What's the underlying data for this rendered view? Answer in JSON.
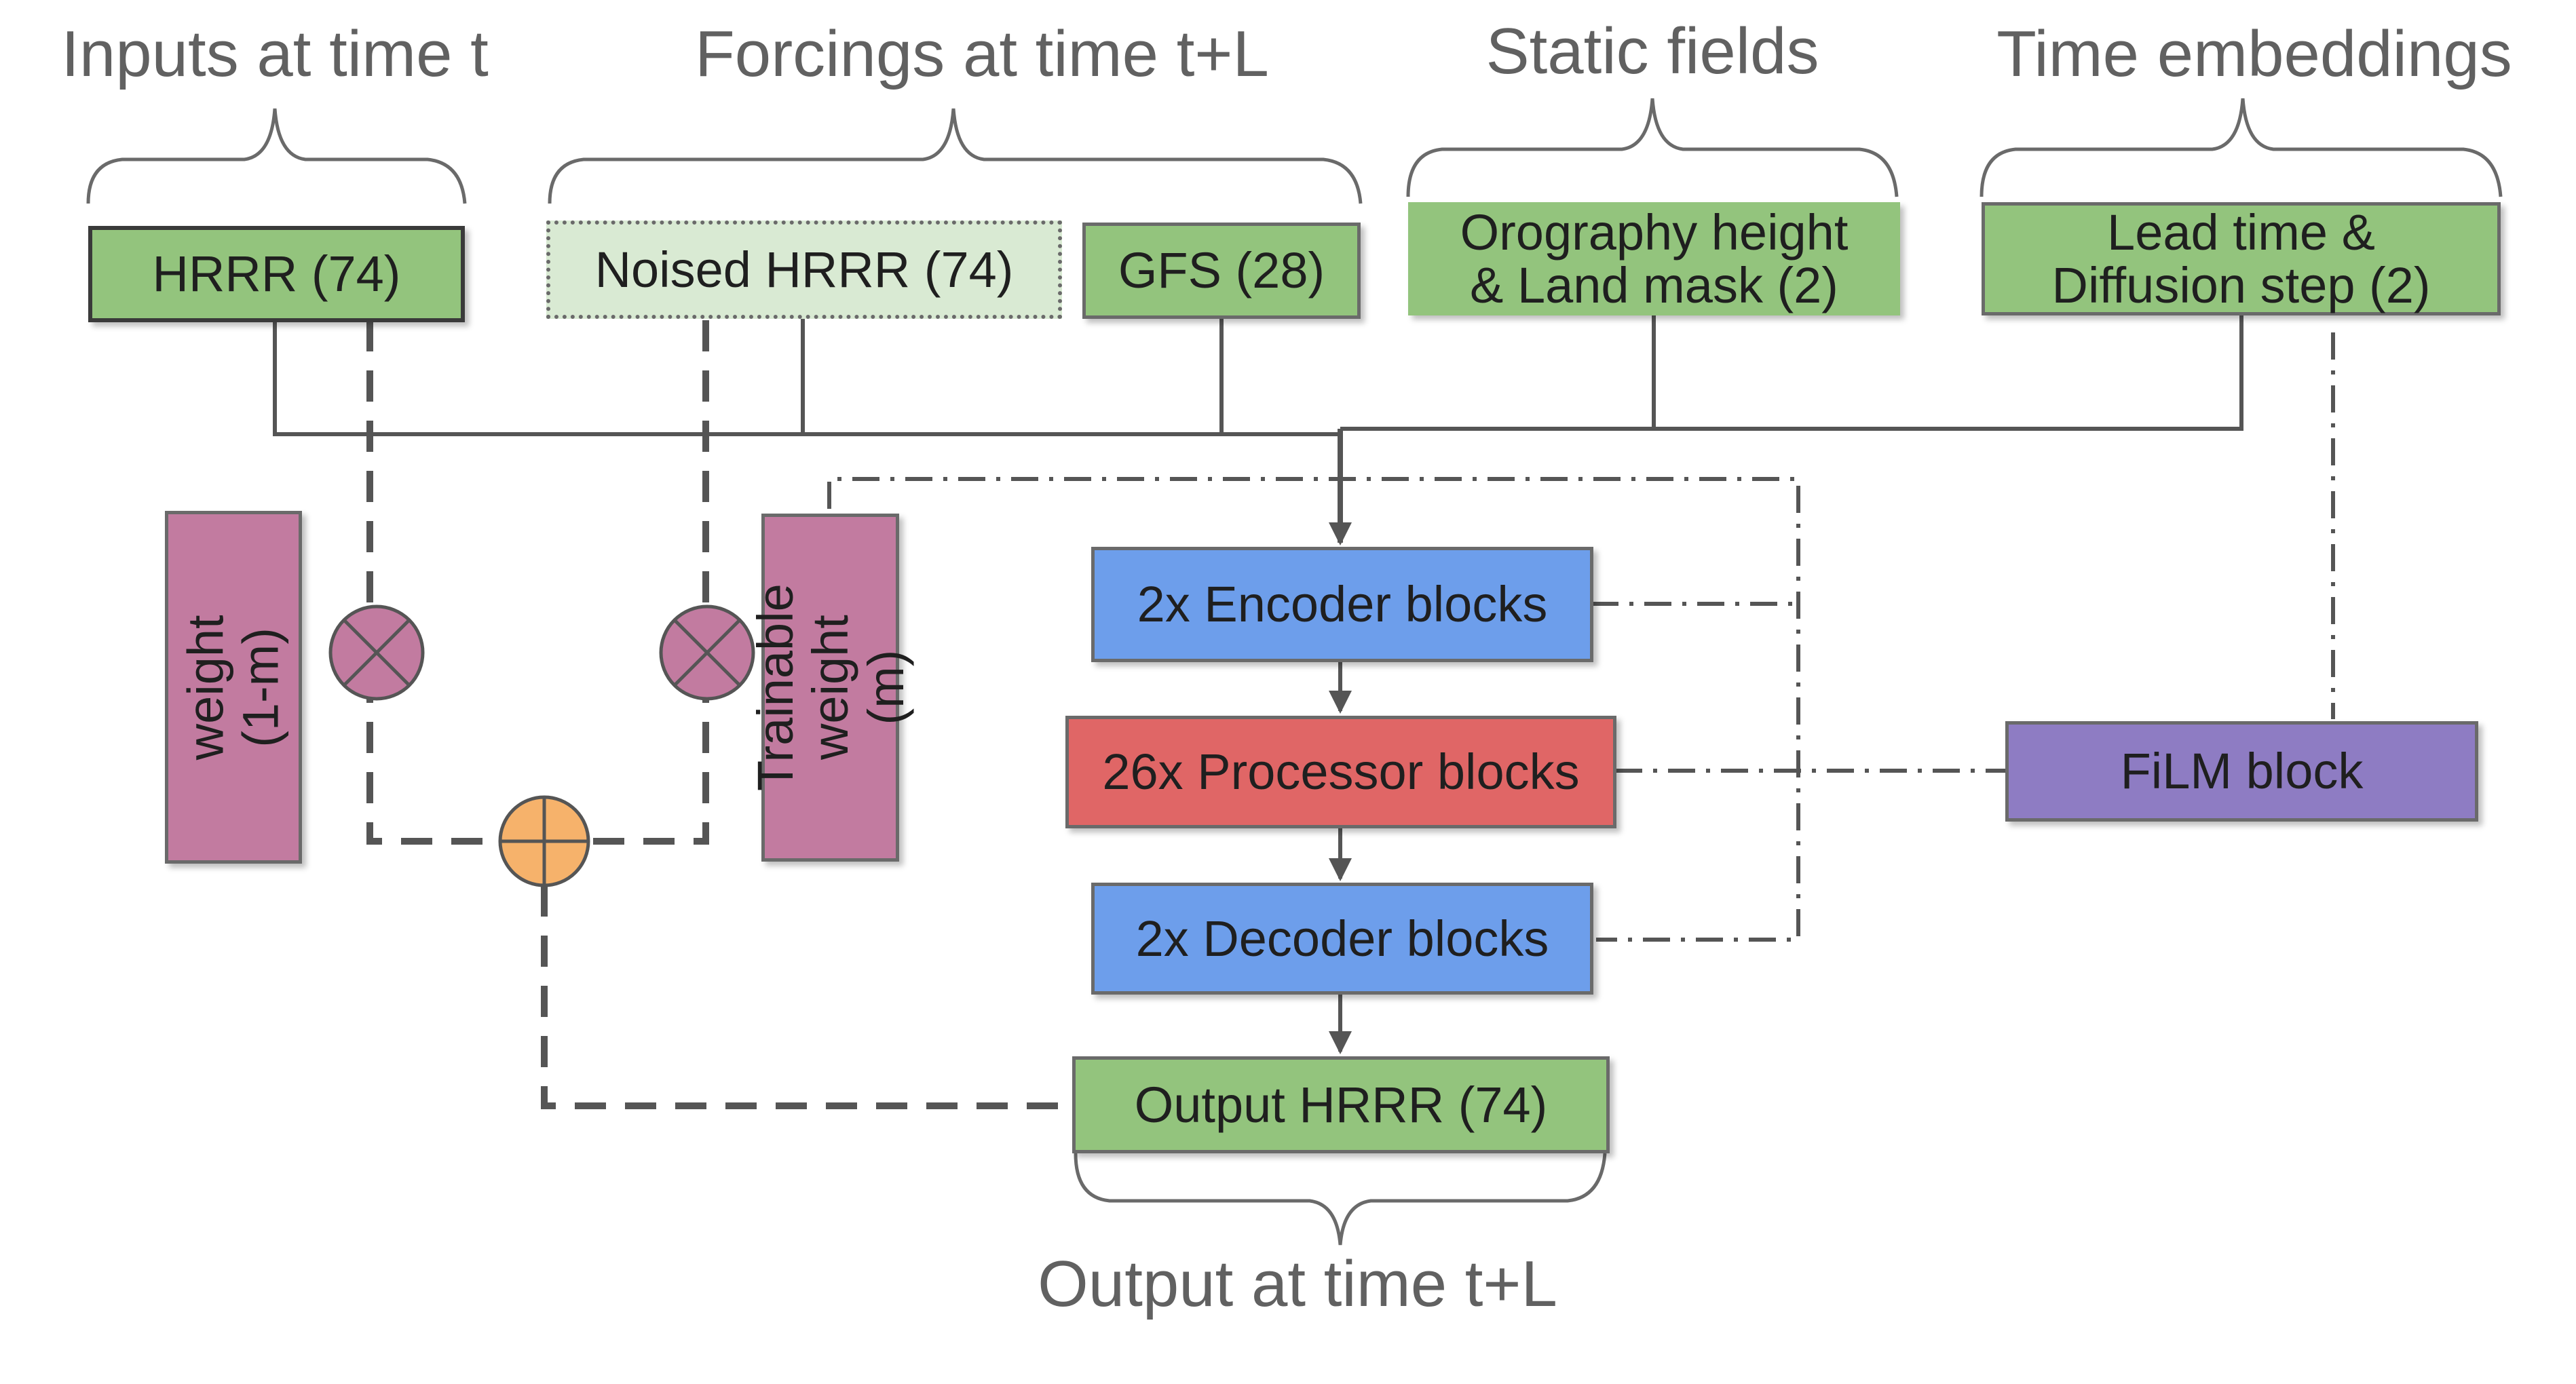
{
  "headers": {
    "inputs": "Inputs at time t",
    "forcings": "Forcings at time t+L",
    "static": "Static fields",
    "time": "Time embeddings",
    "output": "Output at time t+L"
  },
  "boxes": {
    "hrrr": "HRRR  (74)",
    "noised_hrrr": "Noised HRRR (74)",
    "gfs": "GFS (28)",
    "orography": "Orography height\n& Land mask (2)",
    "lead_time": "Lead time &\nDiffusion step (2)",
    "weight_1m": "weight (1-m)",
    "trainable_weight": "Trainable\nweight (m)",
    "encoder": "2x Encoder blocks",
    "processor": "26x Processor blocks",
    "decoder": "2x Decoder blocks",
    "film": "FiLM block",
    "output_hrrr": "Output HRRR  (74)"
  },
  "colors": {
    "green": "#93c47d",
    "light_green": "#d9ead3",
    "blue": "#6d9eeb",
    "red": "#e06666",
    "purple": "#8e7cc3",
    "pink": "#c27ba0",
    "orange": "#f6b26b"
  }
}
